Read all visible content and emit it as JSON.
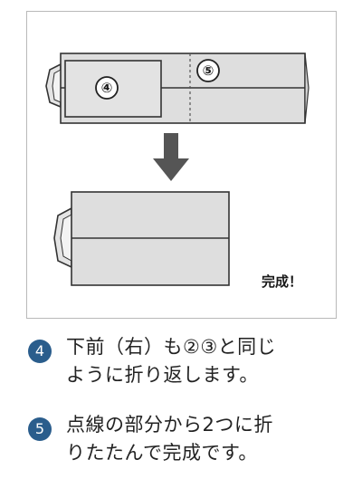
{
  "figure": {
    "upper_panel_label": "④",
    "upper_fold_label": "⑤",
    "completed_label": "完成！"
  },
  "steps": [
    {
      "number": "4",
      "line1": "下前（右）も②③と同じ",
      "line2": "ように折り返します。"
    },
    {
      "number": "5",
      "line1": "点線の部分から2つに折",
      "line2": "りたたんで完成です。"
    }
  ],
  "colors": {
    "paper": "#dedede",
    "outline": "#333333",
    "arrow": "#555555",
    "step_badge": "#2a5d8c"
  }
}
